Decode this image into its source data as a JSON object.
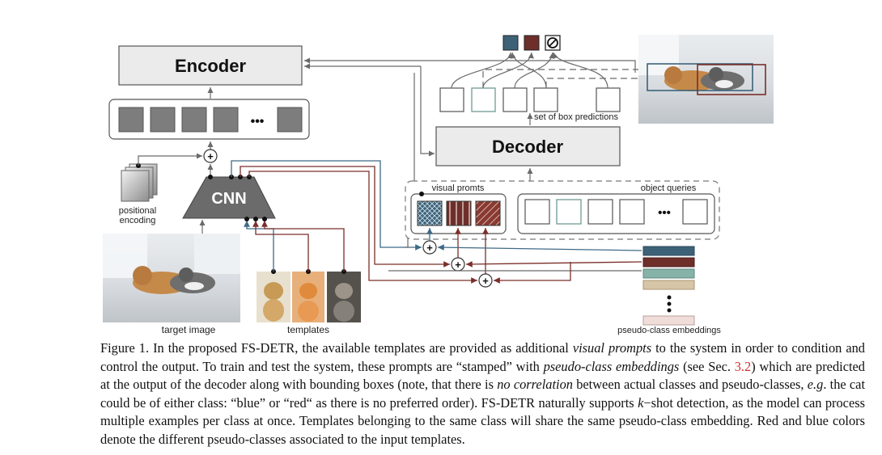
{
  "figure": {
    "encoder_label": "Encoder",
    "decoder_label": "Decoder",
    "cnn_label": "CNN",
    "ellipsis": "•••",
    "positional_encoding": [
      "positional",
      "encoding"
    ],
    "target_image_label": "target image",
    "templates_label": "templates",
    "visual_prompts_label": "visual promts",
    "object_queries_label": "object queries",
    "box_predictions_label": "set of box predictions",
    "pseudo_class_label": "pseudo-class embeddings",
    "plus_symbol": "+",
    "colors": {
      "blue_class": "#3d6278",
      "red_class": "#6e2f2a",
      "teal_embedding": "#86b3a8",
      "tan_embedding": "#d6c5a6",
      "light_embedding": "#f0dcd8"
    },
    "icons": [
      "no-class-icon",
      "blue-class-square",
      "red-class-square"
    ]
  },
  "caption": {
    "t1": "Figure 1. In the proposed FS-DETR, the available templates are provided as additional ",
    "i1": "visual prompts",
    "t2": " to the system in order to condition and control the output. To train and test the system, these prompts are “stamped” with ",
    "i2": "pseudo-class embeddings",
    "t3": " (see Sec. ",
    "ref": "3.2",
    "t4": ") which are predicted at the output of the decoder along with bounding boxes (note, that there is ",
    "i3": "no correlation",
    "t5": " between actual classes and pseudo-classes, ",
    "i4": "e.g",
    "t6": ". the cat could be of either class: “blue” or “red“ as there is no preferred order). FS-DETR  naturally supports ",
    "i5": "k",
    "t7": "−shot detection, as the model can process multiple examples per class at once. Templates belonging to the same class will share the same pseudo-class embedding. Red and blue colors denote the different pseudo-classes associated to the input templates."
  }
}
